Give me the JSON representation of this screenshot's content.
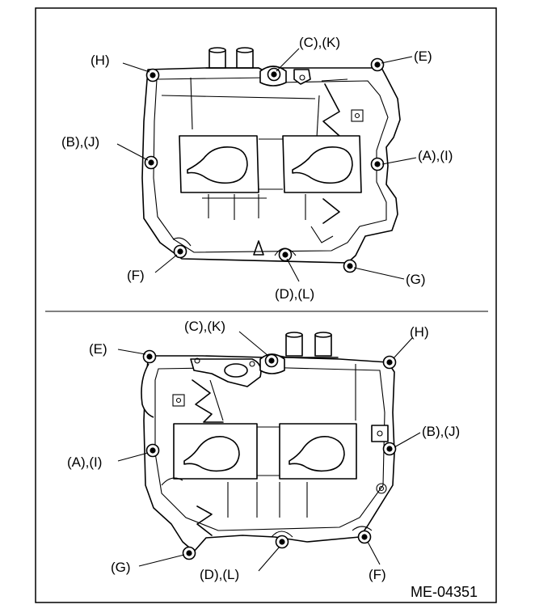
{
  "figure_code": "ME-04351",
  "top_view": {
    "labels": {
      "H": "(H)",
      "CK": "(C),(K)",
      "E": "(E)",
      "BJ": "(B),(J)",
      "AI": "(A),(I)",
      "F": "(F)",
      "DL": "(D),(L)",
      "G": "(G)"
    }
  },
  "bottom_view": {
    "labels": {
      "E": "(E)",
      "CK": "(C),(K)",
      "H": "(H)",
      "BJ": "(B),(J)",
      "AI": "(A),(I)",
      "G": "(G)",
      "DL": "(D),(L)",
      "F": "(F)"
    }
  }
}
